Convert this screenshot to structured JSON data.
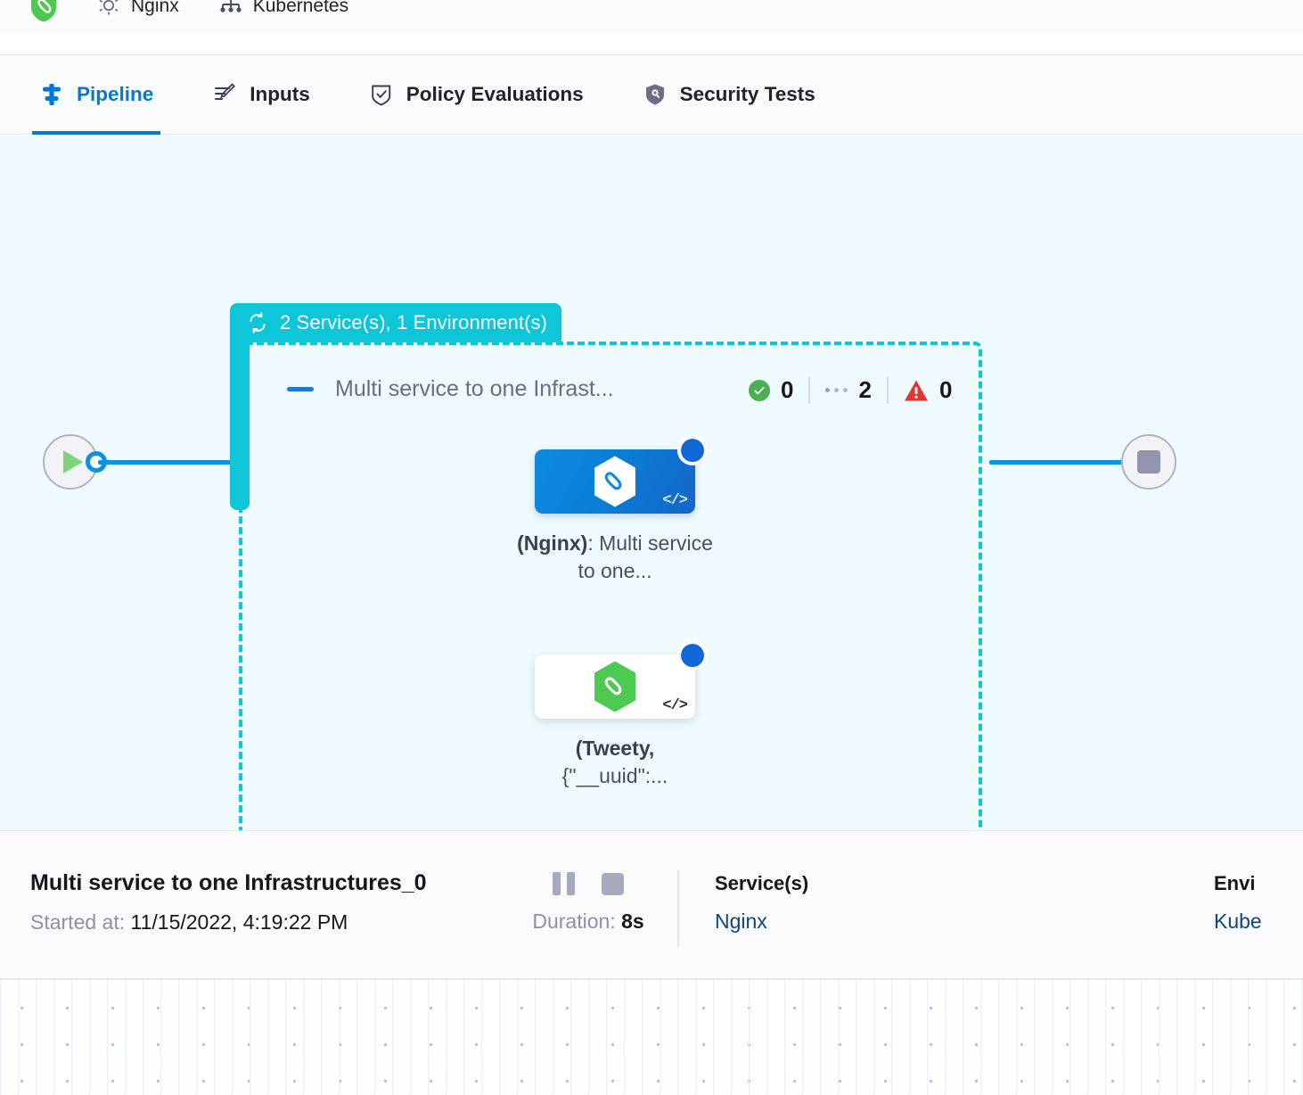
{
  "topbar": {
    "items": [
      {
        "icon": "harness-shield-icon",
        "label": ""
      },
      {
        "icon": "gear-icon",
        "label": "Nginx"
      },
      {
        "icon": "kubernetes-node-icon",
        "label": "Kubernetes"
      }
    ]
  },
  "tabs": [
    {
      "id": "pipeline",
      "label": "Pipeline",
      "icon": "pipeline-icon",
      "active": true
    },
    {
      "id": "inputs",
      "label": "Inputs",
      "icon": "inputs-icon",
      "active": false
    },
    {
      "id": "policy-evaluations",
      "label": "Policy Evaluations",
      "icon": "policy-shield-check-icon",
      "active": false
    },
    {
      "id": "security-tests",
      "label": "Security Tests",
      "icon": "security-shield-icon",
      "active": false
    }
  ],
  "canvas": {
    "start_node": {
      "icon": "play-icon",
      "name": "start-node"
    },
    "end_node": {
      "icon": "stop-icon",
      "name": "end-node"
    },
    "group": {
      "tab_label": "2 Service(s), 1 Environment(s)",
      "tab_icon": "matrix-loop-icon",
      "accent_color": "#0fc6d8"
    },
    "stage": {
      "title": "Multi service to one Infrast...",
      "collapse_icon": "collapse-dash-icon",
      "badges": [
        {
          "icon": "success-check-icon",
          "value": "0",
          "color": "#4caf50"
        },
        {
          "icon": "pending-dots-icon",
          "value": "2",
          "color": "#9b9daf"
        },
        {
          "icon": "warning-triangle-icon",
          "value": "0",
          "color": "#e43535"
        }
      ]
    },
    "steps": [
      {
        "id": "step-nginx",
        "label_bold": "(Nginx)",
        "label_rest": ": Multi service to one...",
        "logo": "harness-hexagon-logo-white",
        "card_style": "blue",
        "status_icon": "running-spinner-icon",
        "corner_icon": "code-icon"
      },
      {
        "id": "step-tweety",
        "label_bold": "(Tweety,",
        "label_rest": "{\"__uuid\":...",
        "logo": "harness-hexagon-logo-green",
        "card_style": "white",
        "status_icon": "running-spinner-icon",
        "corner_icon": "code-icon"
      }
    ]
  },
  "detail": {
    "title": "Multi service to one Infrastructures_0",
    "started_label": "Started at:",
    "started_value": "11/15/2022, 4:19:22 PM",
    "controls": [
      {
        "id": "pause",
        "icon": "pause-icon"
      },
      {
        "id": "stop",
        "icon": "stop-icon"
      }
    ],
    "duration_label": "Duration:",
    "duration_value": "8s",
    "services": {
      "heading": "Service(s)",
      "value": "Nginx"
    },
    "environments": {
      "heading": "Envi",
      "value": "Kube"
    }
  }
}
